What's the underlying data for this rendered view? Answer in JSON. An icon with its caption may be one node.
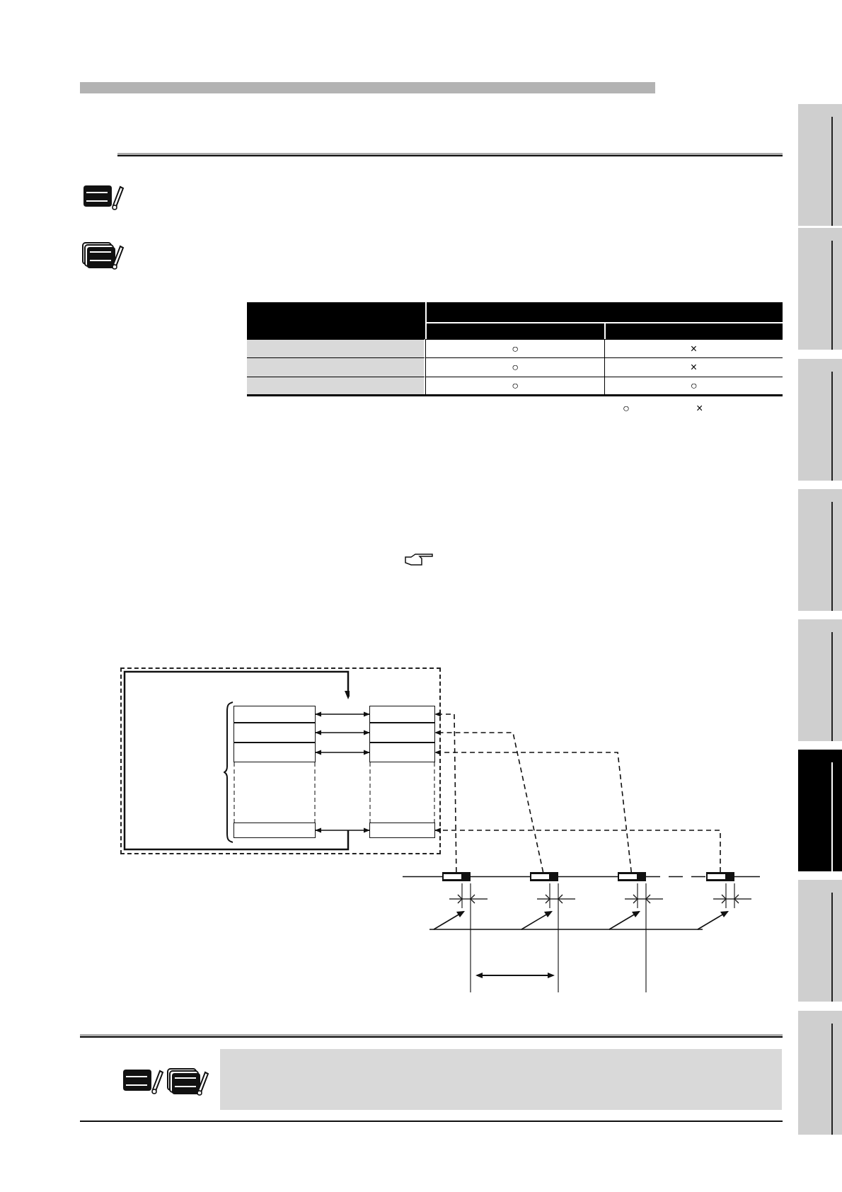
{
  "diagram": {
    "nodes": [
      {
        "text": [],
        "shape": "box"
      },
      {
        "text": [],
        "shape": "box",
        "in": 0
      },
      {
        "text": [],
        "shape": "box",
        "in": 0
      },
      {
        "text": [],
        "shape": "box",
        "in": 0
      },
      {
        "text": [],
        "shape": "box",
        "in": 0
      },
      {
        "text": [],
        "shape": "box",
        "in": 0
      },
      {
        "text": [],
        "shape": "box",
        "in": 0
      },
      {
        "text": [],
        "shape": "box",
        "in": 0
      },
      {
        "text": [],
        "shape": "box",
        "in": 0
      },
      {
        "text": [],
        "shape": "box"
      },
      {
        "text": [],
        "shape": "box"
      },
      {
        "text": [],
        "shape": "box"
      },
      {
        "text": [],
        "shape": "box"
      },
      {
        "text": [],
        "shape": "box"
      }
    ],
    "edges": [
      {
        "from": 1,
        "to": 5,
        "arrow": "both"
      },
      {
        "from": 2,
        "to": 6,
        "arrow": "both"
      },
      {
        "from": 3,
        "to": 7,
        "arrow": "both"
      },
      {
        "from": 4,
        "to": 8,
        "arrow": "both"
      },
      {
        "from": 9,
        "to": 5,
        "arrow": "to",
        "style": "dashed"
      },
      {
        "from": 10,
        "to": 6,
        "arrow": "to",
        "style": "dashed"
      },
      {
        "from": 11,
        "to": 7,
        "arrow": "to",
        "style": "dashed"
      },
      {
        "from": 12,
        "to": 8,
        "arrow": "to",
        "style": "dashed"
      },
      {
        "from": null,
        "to": 9,
        "arrow": "none"
      },
      {
        "from": 9,
        "to": 10,
        "arrow": "none"
      },
      {
        "from": 10,
        "to": 11,
        "arrow": "none"
      },
      {
        "from": 11,
        "to": 12,
        "arrow": "none",
        "style": "dashed"
      },
      {
        "from": 12,
        "to": null,
        "arrow": "none"
      }
    ],
    "labels": [
      "○",
      "×",
      "○",
      "×",
      "○",
      "○",
      "○",
      "×"
    ]
  }
}
